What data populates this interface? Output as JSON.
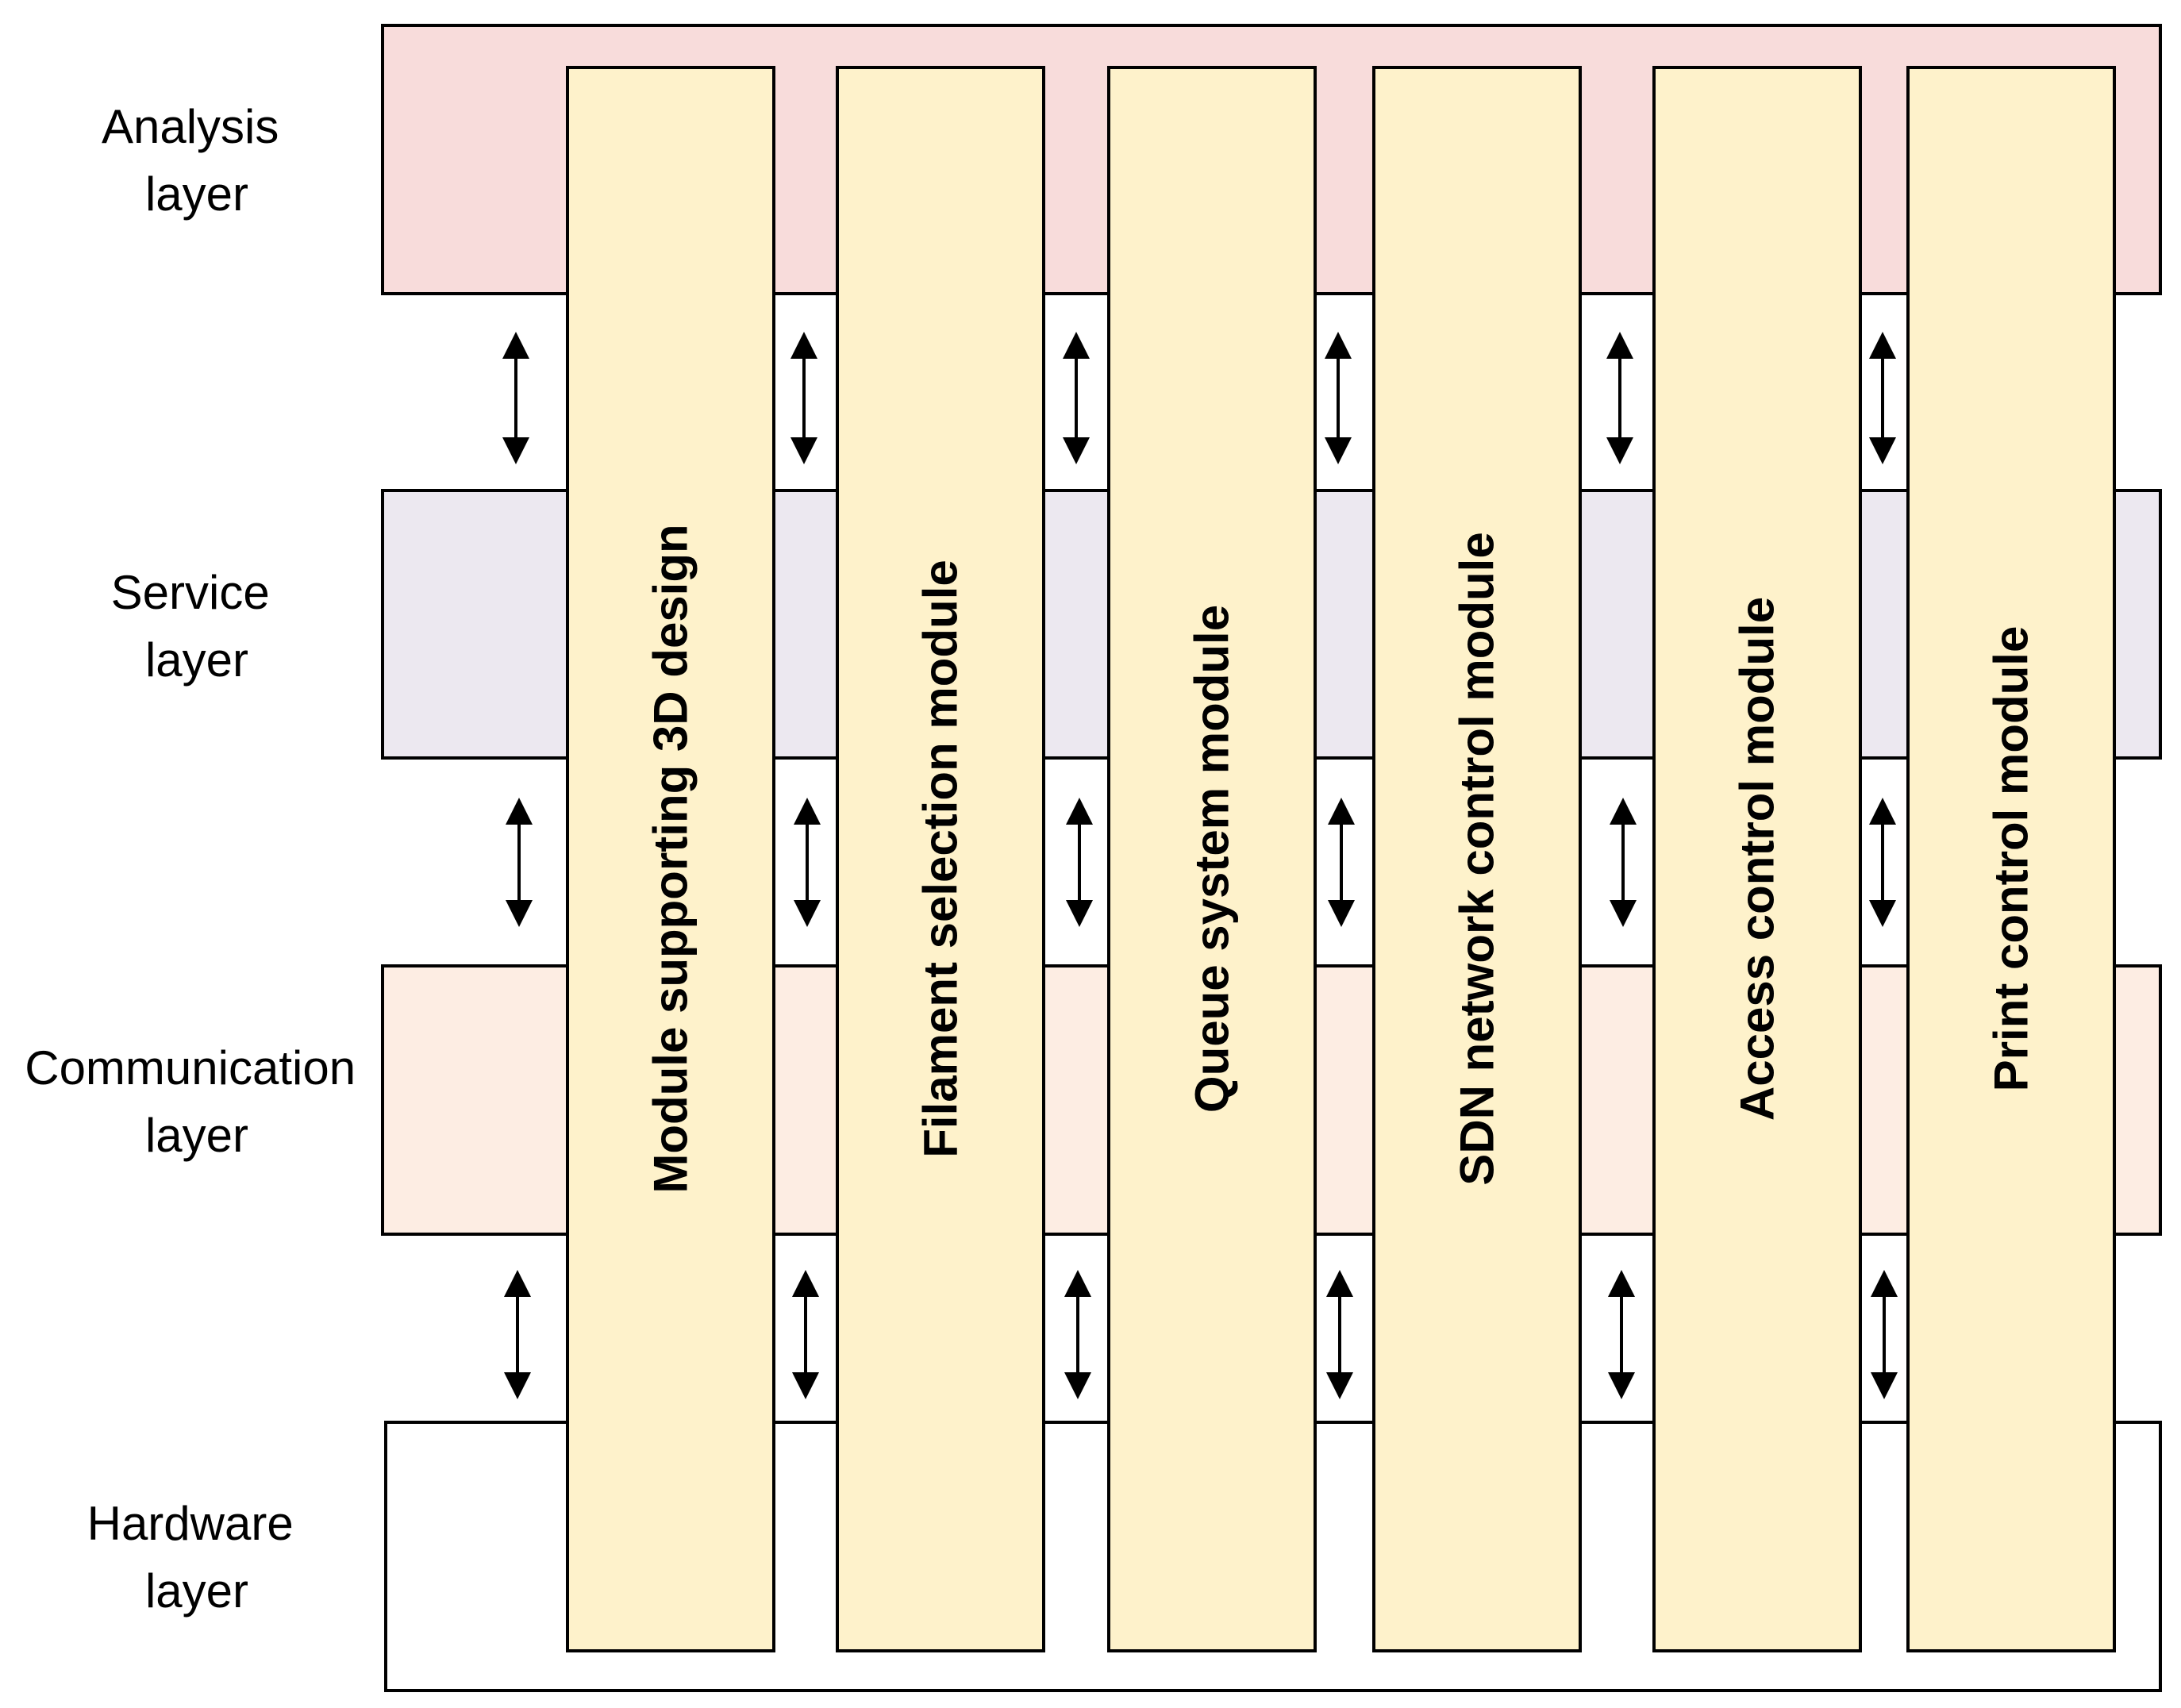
{
  "layers": [
    {
      "id": "analysis",
      "label_line1": "Analysis",
      "label_line2": "layer",
      "color": "#F8DCDB"
    },
    {
      "id": "service",
      "label_line1": "Service",
      "label_line2": "layer",
      "color": "#ECE8F0"
    },
    {
      "id": "communication",
      "label_line1": "Communication",
      "label_line2": "layer",
      "color": "#FDEDE3"
    },
    {
      "id": "hardware",
      "label_line1": "Hardware",
      "label_line2": "layer",
      "color": "#FFFFFF"
    }
  ],
  "modules": [
    {
      "id": "module-3d-design",
      "label": "Module supporting 3D design"
    },
    {
      "id": "filament-selection",
      "label": "Filament selection module"
    },
    {
      "id": "queue-system",
      "label": "Queue system module"
    },
    {
      "id": "sdn-network-control",
      "label": "SDN network control module"
    },
    {
      "id": "access-control",
      "label": "Access control module"
    },
    {
      "id": "print-control",
      "label": "Print control module"
    }
  ],
  "colors": {
    "module_fill": "#FEF2CB",
    "stroke": "#000000"
  },
  "connectors": {
    "type": "bidirectional-arrow",
    "between": [
      "analysis-service",
      "service-communication",
      "communication-hardware"
    ]
  }
}
